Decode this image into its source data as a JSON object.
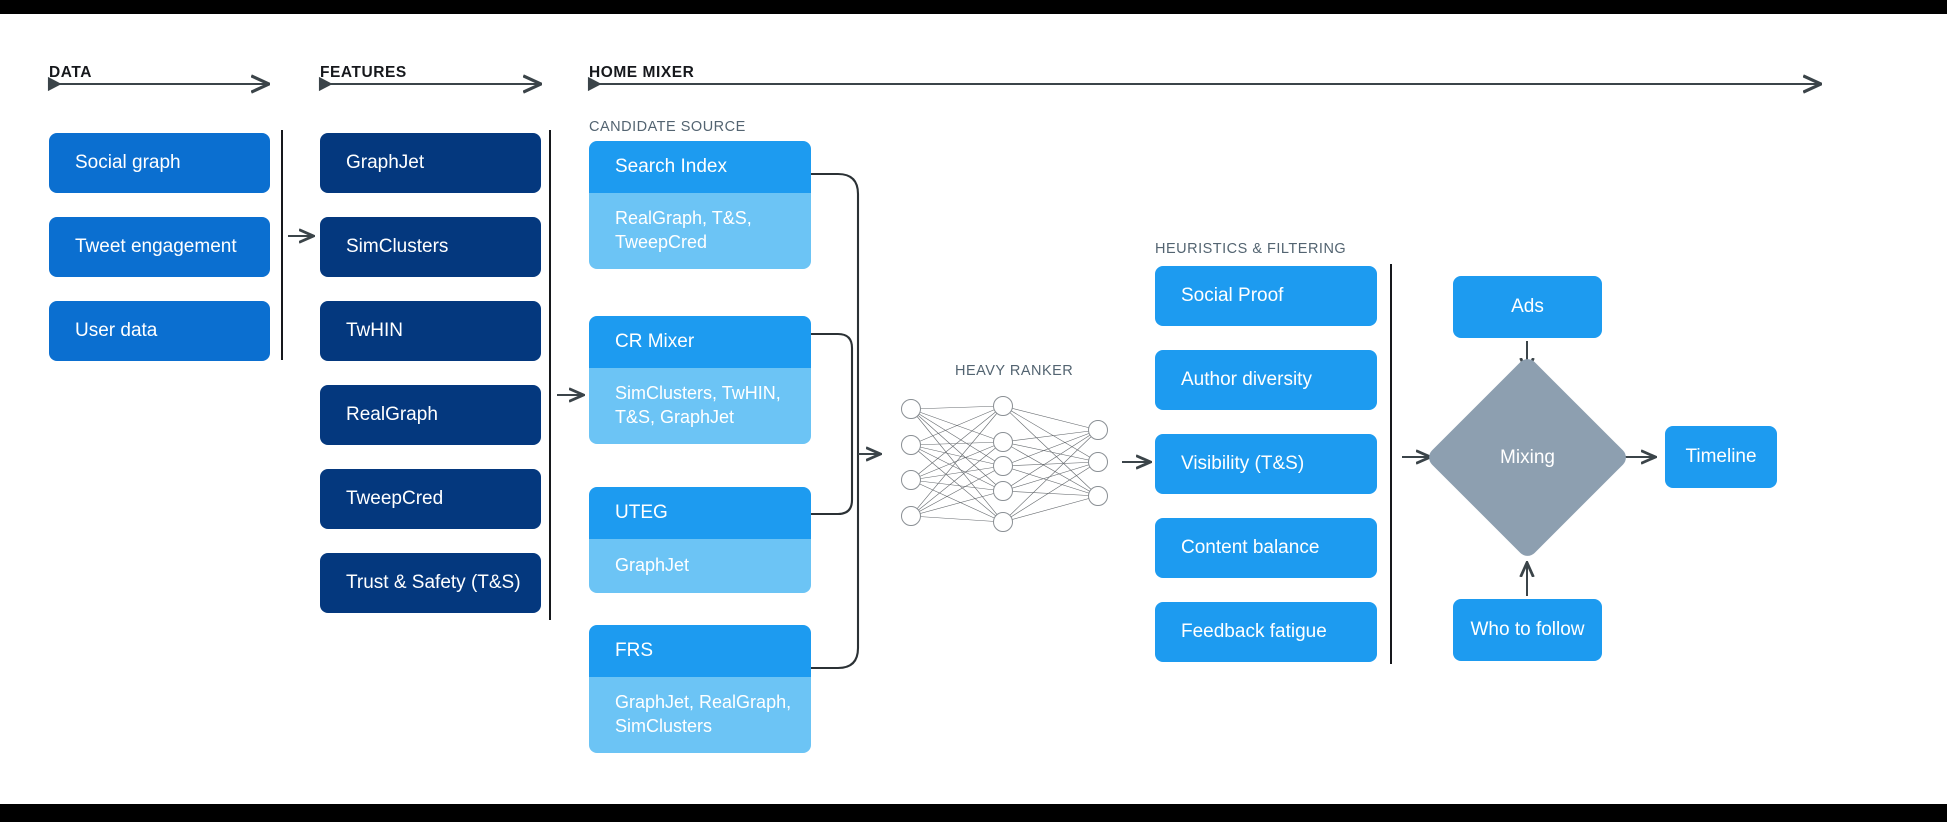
{
  "columns": {
    "data": {
      "heading": "DATA",
      "items": [
        {
          "label": "Social graph"
        },
        {
          "label": "Tweet engagement"
        },
        {
          "label": "User data"
        }
      ]
    },
    "features": {
      "heading": "FEATURES",
      "items": [
        {
          "label": "GraphJet"
        },
        {
          "label": "SimClusters"
        },
        {
          "label": "TwHIN"
        },
        {
          "label": "RealGraph"
        },
        {
          "label": "TweepCred"
        },
        {
          "label": "Trust & Safety (T&S)"
        }
      ]
    },
    "home_mixer": {
      "heading": "HOME MIXER",
      "candidate_source": {
        "label": "CANDIDATE SOURCE",
        "items": [
          {
            "title": "Search Index",
            "detail": "RealGraph, T&S, TweepCred"
          },
          {
            "title": "CR Mixer",
            "detail": "SimClusters, TwHIN, T&S, GraphJet"
          },
          {
            "title": "UTEG",
            "detail": "GraphJet"
          },
          {
            "title": "FRS",
            "detail": "GraphJet, RealGraph, SimClusters"
          }
        ]
      },
      "heavy_ranker": {
        "label": "HEAVY RANKER",
        "layers": [
          4,
          5,
          3
        ]
      },
      "heuristics": {
        "label": "HEURISTICS & FILTERING",
        "items": [
          {
            "label": "Social Proof"
          },
          {
            "label": "Author diversity"
          },
          {
            "label": "Visibility (T&S)"
          },
          {
            "label": "Content balance"
          },
          {
            "label": "Feedback fatigue"
          }
        ]
      },
      "output": {
        "ads": "Ads",
        "mixing": "Mixing",
        "who_to_follow": "Who to follow",
        "timeline": "Timeline"
      }
    }
  },
  "colors": {
    "data_blue": "#0b6fd0",
    "feature_navy": "#04387e",
    "bright_blue": "#1d9bf0",
    "light_blue": "#6cc4f5",
    "mixing_gray": "#8d9fb0",
    "ink": "#16181c",
    "muted": "#536471",
    "page_background": "#ffffff",
    "letterbox": "#000000"
  }
}
